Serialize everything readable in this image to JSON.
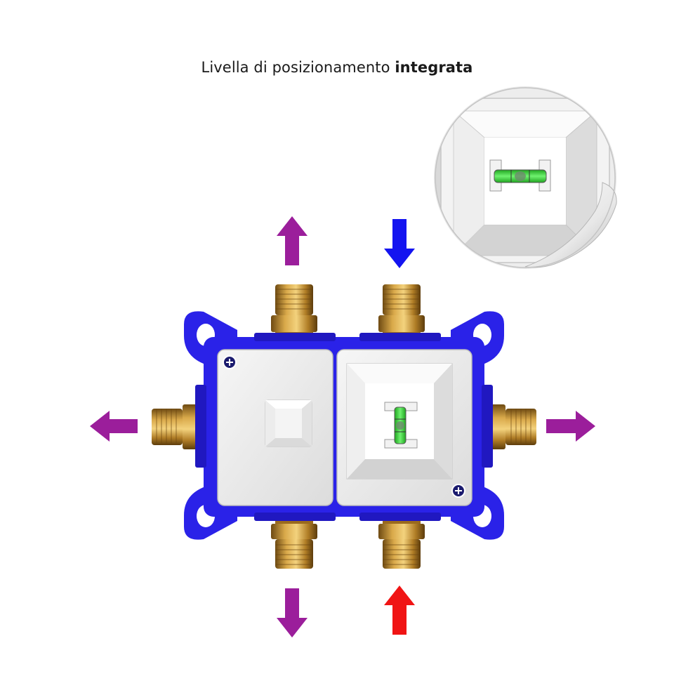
{
  "caption": {
    "prefix": "Livella di posizionamento",
    "highlight": "integrata"
  },
  "colors": {
    "frame": "#2a22e8",
    "outlet_arrow": "#9b1e9b",
    "cold_inlet_arrow": "#1414f0",
    "hot_inlet_arrow": "#f01414",
    "brass": "#b8862a",
    "bubble_level": "#3fdc3f",
    "panel": "#ececec"
  },
  "arrows": [
    {
      "id": "top-left",
      "direction": "up",
      "role": "outlet"
    },
    {
      "id": "top-right",
      "direction": "down",
      "role": "cold-inlet"
    },
    {
      "id": "left",
      "direction": "left",
      "role": "outlet"
    },
    {
      "id": "right",
      "direction": "right",
      "role": "outlet"
    },
    {
      "id": "bottom-left",
      "direction": "down",
      "role": "outlet"
    },
    {
      "id": "bottom-right",
      "direction": "up",
      "role": "hot-inlet"
    }
  ],
  "icons": [
    "bubble-level-icon",
    "screw-icon",
    "magnifier-detail-icon"
  ]
}
